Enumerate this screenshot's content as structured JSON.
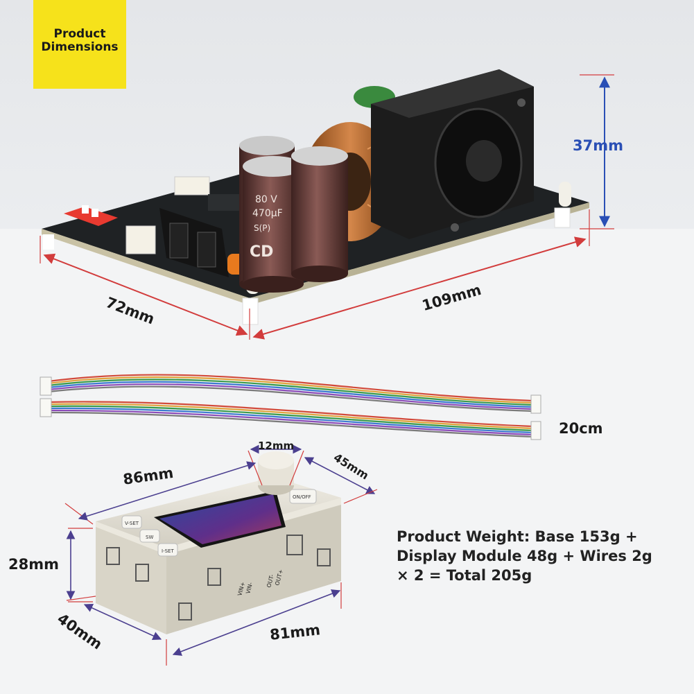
{
  "badge": {
    "line1": "Product",
    "line2": "Dimensions"
  },
  "dimensions": {
    "height_base": "37mm",
    "width_base": "72mm",
    "length_base": "109mm",
    "cable_length": "20cm",
    "knob": "12mm",
    "display_width": "86mm",
    "display_depth_top": "45mm",
    "display_height": "28mm",
    "display_depth": "40mm",
    "display_length": "81mm"
  },
  "buttons": {
    "vset": "V-SET",
    "sw": "SW",
    "iset": "I-SET",
    "onoff": "ON/OFF"
  },
  "terminals": [
    "VIN+",
    "VIN-",
    "OUT-",
    "OUT+"
  ],
  "capacitor": {
    "line1": "80 V",
    "line2": "470µF",
    "line3": "S(P)",
    "brand": "CD"
  },
  "weight": {
    "line1": "Product Weight: Base 153g +",
    "line2": "Display Module 48g + Wires 2g",
    "line3": "× 2 = Total 205g"
  },
  "colors": {
    "badge": "#f6e21b",
    "arrow_blue": "#2a4fb5",
    "arrow_red": "#d23c3c",
    "arrow_purple": "#4b3f8f"
  }
}
